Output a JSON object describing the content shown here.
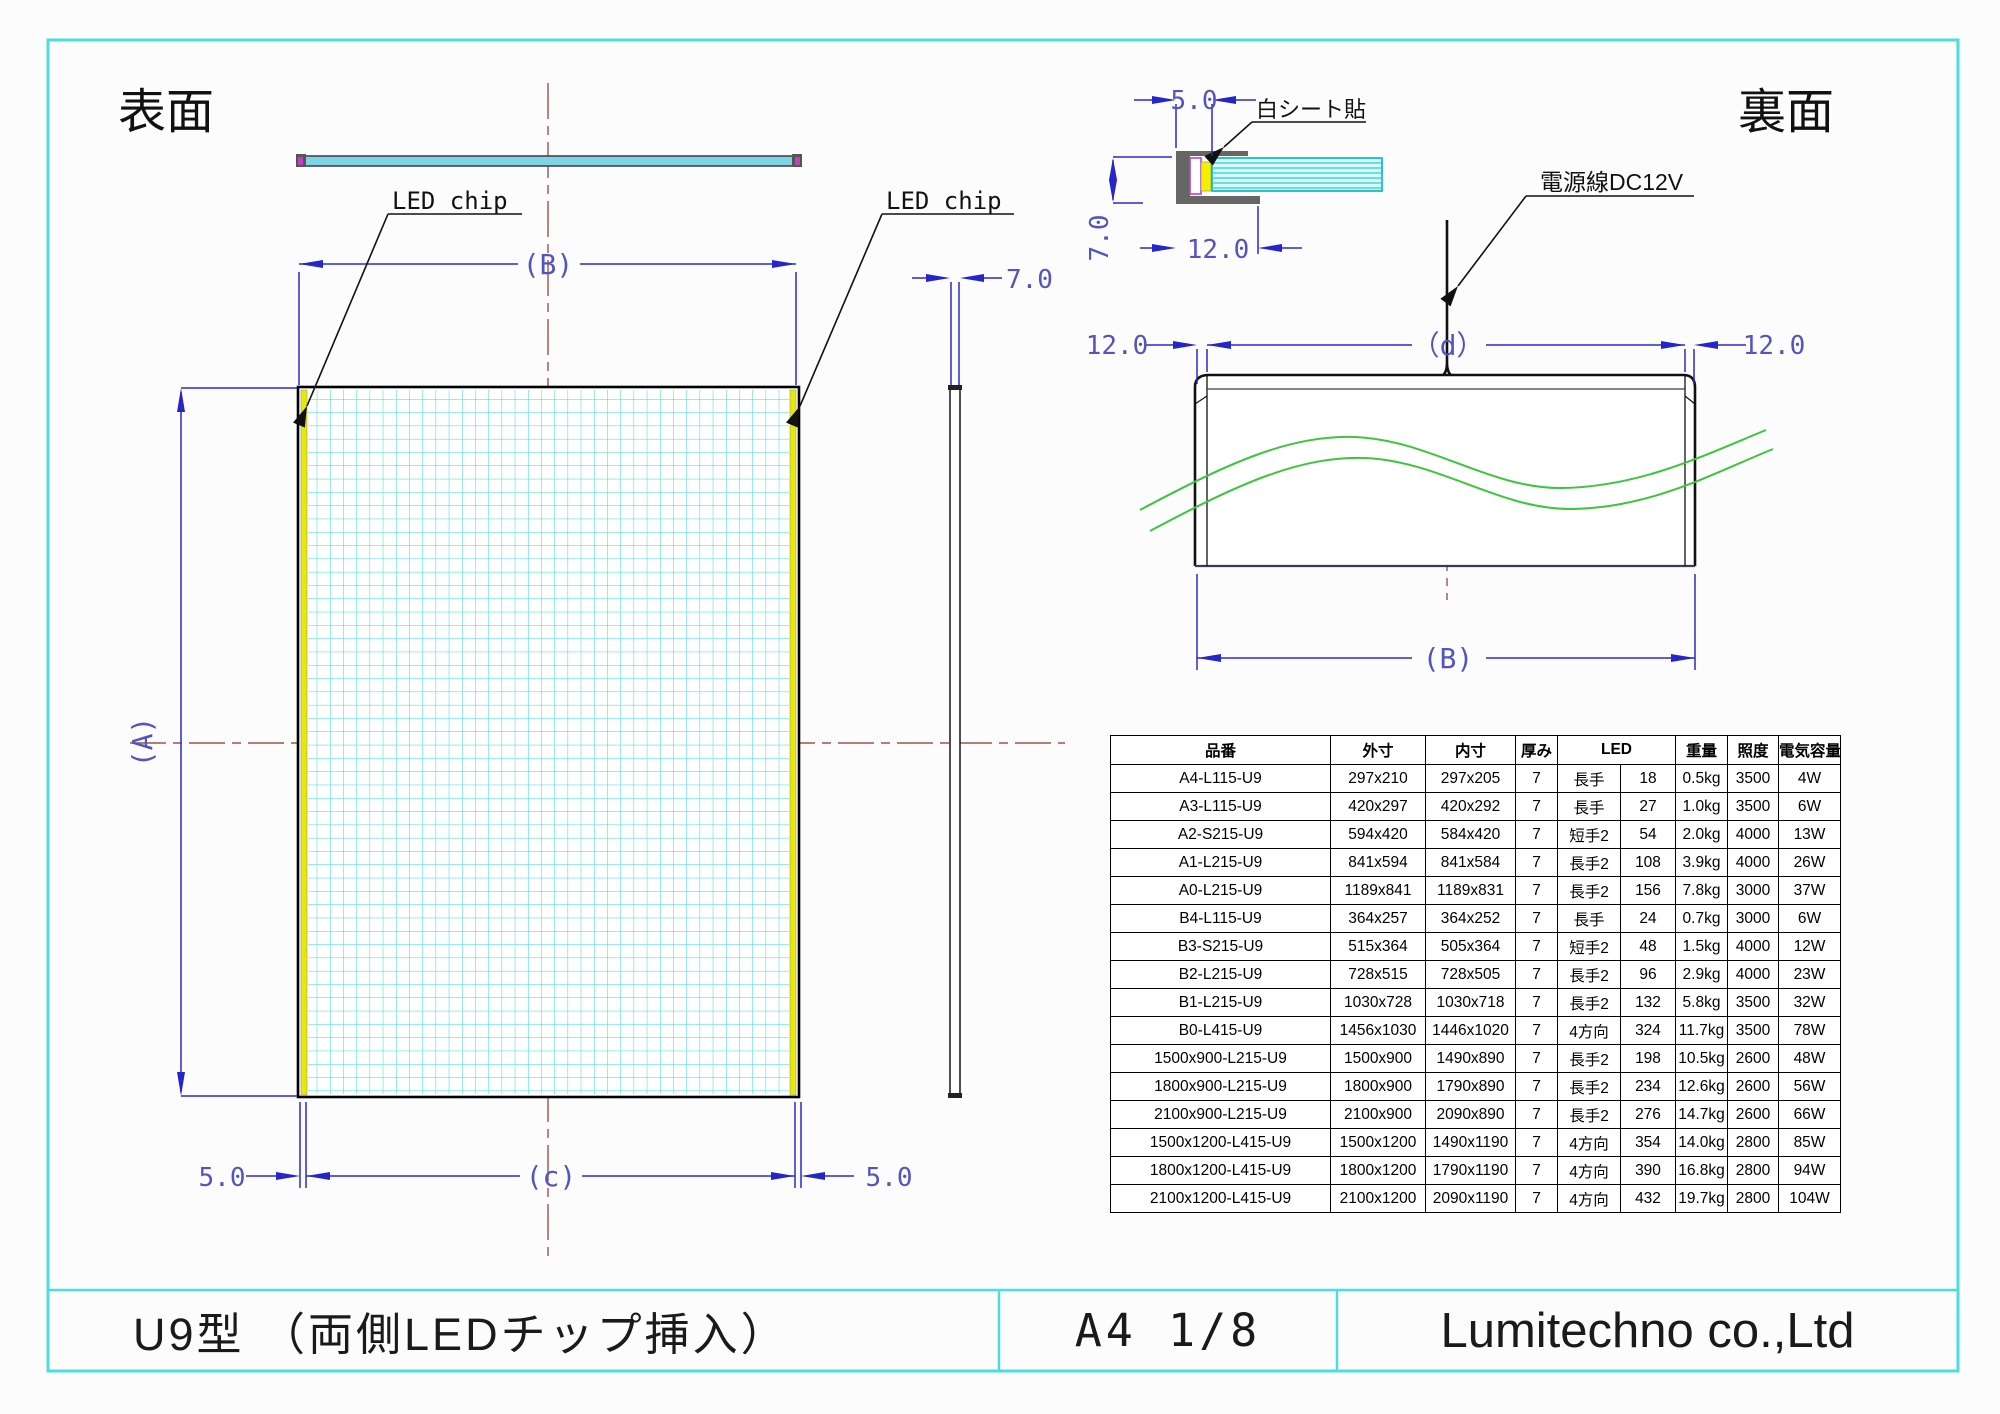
{
  "page": {
    "front_label": "表面",
    "back_label": "裏面"
  },
  "title_block": {
    "title": "U9型 （両側LEDチップ挿入）",
    "sheet": "A4 1/8",
    "company": "Lumitechno co.,Ltd"
  },
  "front_view": {
    "led_chip_left": "LED chip",
    "led_chip_right": "LED chip",
    "dim_width": "(B)",
    "dim_height": "(A)",
    "dim_inner_width": "(c)",
    "dim_edge_left": "5.0",
    "dim_edge_right": "5.0",
    "dim_thickness": "7.0"
  },
  "section_detail": {
    "white_sheet_label": "白シート貼",
    "dim_frame": "5.0",
    "dim_height": "7.0",
    "dim_depth": "12.0"
  },
  "back_view": {
    "power_label": "電源線DC12V",
    "dim_margin_left": "12.0",
    "dim_margin_right": "12.0",
    "dim_inner": "（d）",
    "dim_width": "(B)"
  },
  "table": {
    "headers": [
      "品番",
      "外寸",
      "内寸",
      "厚み",
      "LED",
      "重量",
      "照度",
      "電気容量"
    ],
    "rows": [
      [
        "A4-L115-U9",
        "297x210",
        "297x205",
        "7",
        "長手",
        "18",
        "0.5kg",
        "3500",
        "4W"
      ],
      [
        "A3-L115-U9",
        "420x297",
        "420x292",
        "7",
        "長手",
        "27",
        "1.0kg",
        "3500",
        "6W"
      ],
      [
        "A2-S215-U9",
        "594x420",
        "584x420",
        "7",
        "短手2",
        "54",
        "2.0kg",
        "4000",
        "13W"
      ],
      [
        "A1-L215-U9",
        "841x594",
        "841x584",
        "7",
        "長手2",
        "108",
        "3.9kg",
        "4000",
        "26W"
      ],
      [
        "A0-L215-U9",
        "1189x841",
        "1189x831",
        "7",
        "長手2",
        "156",
        "7.8kg",
        "3000",
        "37W"
      ],
      [
        "B4-L115-U9",
        "364x257",
        "364x252",
        "7",
        "長手",
        "24",
        "0.7kg",
        "3000",
        "6W"
      ],
      [
        "B3-S215-U9",
        "515x364",
        "505x364",
        "7",
        "短手2",
        "48",
        "1.5kg",
        "4000",
        "12W"
      ],
      [
        "B2-L215-U9",
        "728x515",
        "728x505",
        "7",
        "長手2",
        "96",
        "2.9kg",
        "4000",
        "23W"
      ],
      [
        "B1-L215-U9",
        "1030x728",
        "1030x718",
        "7",
        "長手2",
        "132",
        "5.8kg",
        "3500",
        "32W"
      ],
      [
        "B0-L415-U9",
        "1456x1030",
        "1446x1020",
        "7",
        "4方向",
        "324",
        "11.7kg",
        "3500",
        "78W"
      ],
      [
        "1500x900-L215-U9",
        "1500x900",
        "1490x890",
        "7",
        "長手2",
        "198",
        "10.5kg",
        "2600",
        "48W"
      ],
      [
        "1800x900-L215-U9",
        "1800x900",
        "1790x890",
        "7",
        "長手2",
        "234",
        "12.6kg",
        "2600",
        "56W"
      ],
      [
        "2100x900-L215-U9",
        "2100x900",
        "2090x890",
        "7",
        "長手2",
        "276",
        "14.7kg",
        "2600",
        "66W"
      ],
      [
        "1500x1200-L415-U9",
        "1500x1200",
        "1490x1190",
        "7",
        "4方向",
        "354",
        "14.0kg",
        "2800",
        "85W"
      ],
      [
        "1800x1200-L415-U9",
        "1800x1200",
        "1790x1190",
        "7",
        "4方向",
        "390",
        "16.8kg",
        "2800",
        "94W"
      ],
      [
        "2100x1200-L415-U9",
        "2100x1200",
        "2090x1190",
        "7",
        "4方向",
        "432",
        "19.7kg",
        "2800",
        "104W"
      ]
    ]
  },
  "colors": {
    "dimension_blue": "#2a2ac8",
    "dim_text_blue": "#5454be",
    "centerline_brown": "#9a544a",
    "grid_cyan": "#00c4c4",
    "led_strip_yellow": "#e8e800",
    "cable_green": "#3ec43e",
    "frame_gray": "#666666",
    "panel_cyan": "#7fd4e4",
    "chip_magenta": "#c040c0",
    "sheet_border_cyan": "#4adede"
  }
}
